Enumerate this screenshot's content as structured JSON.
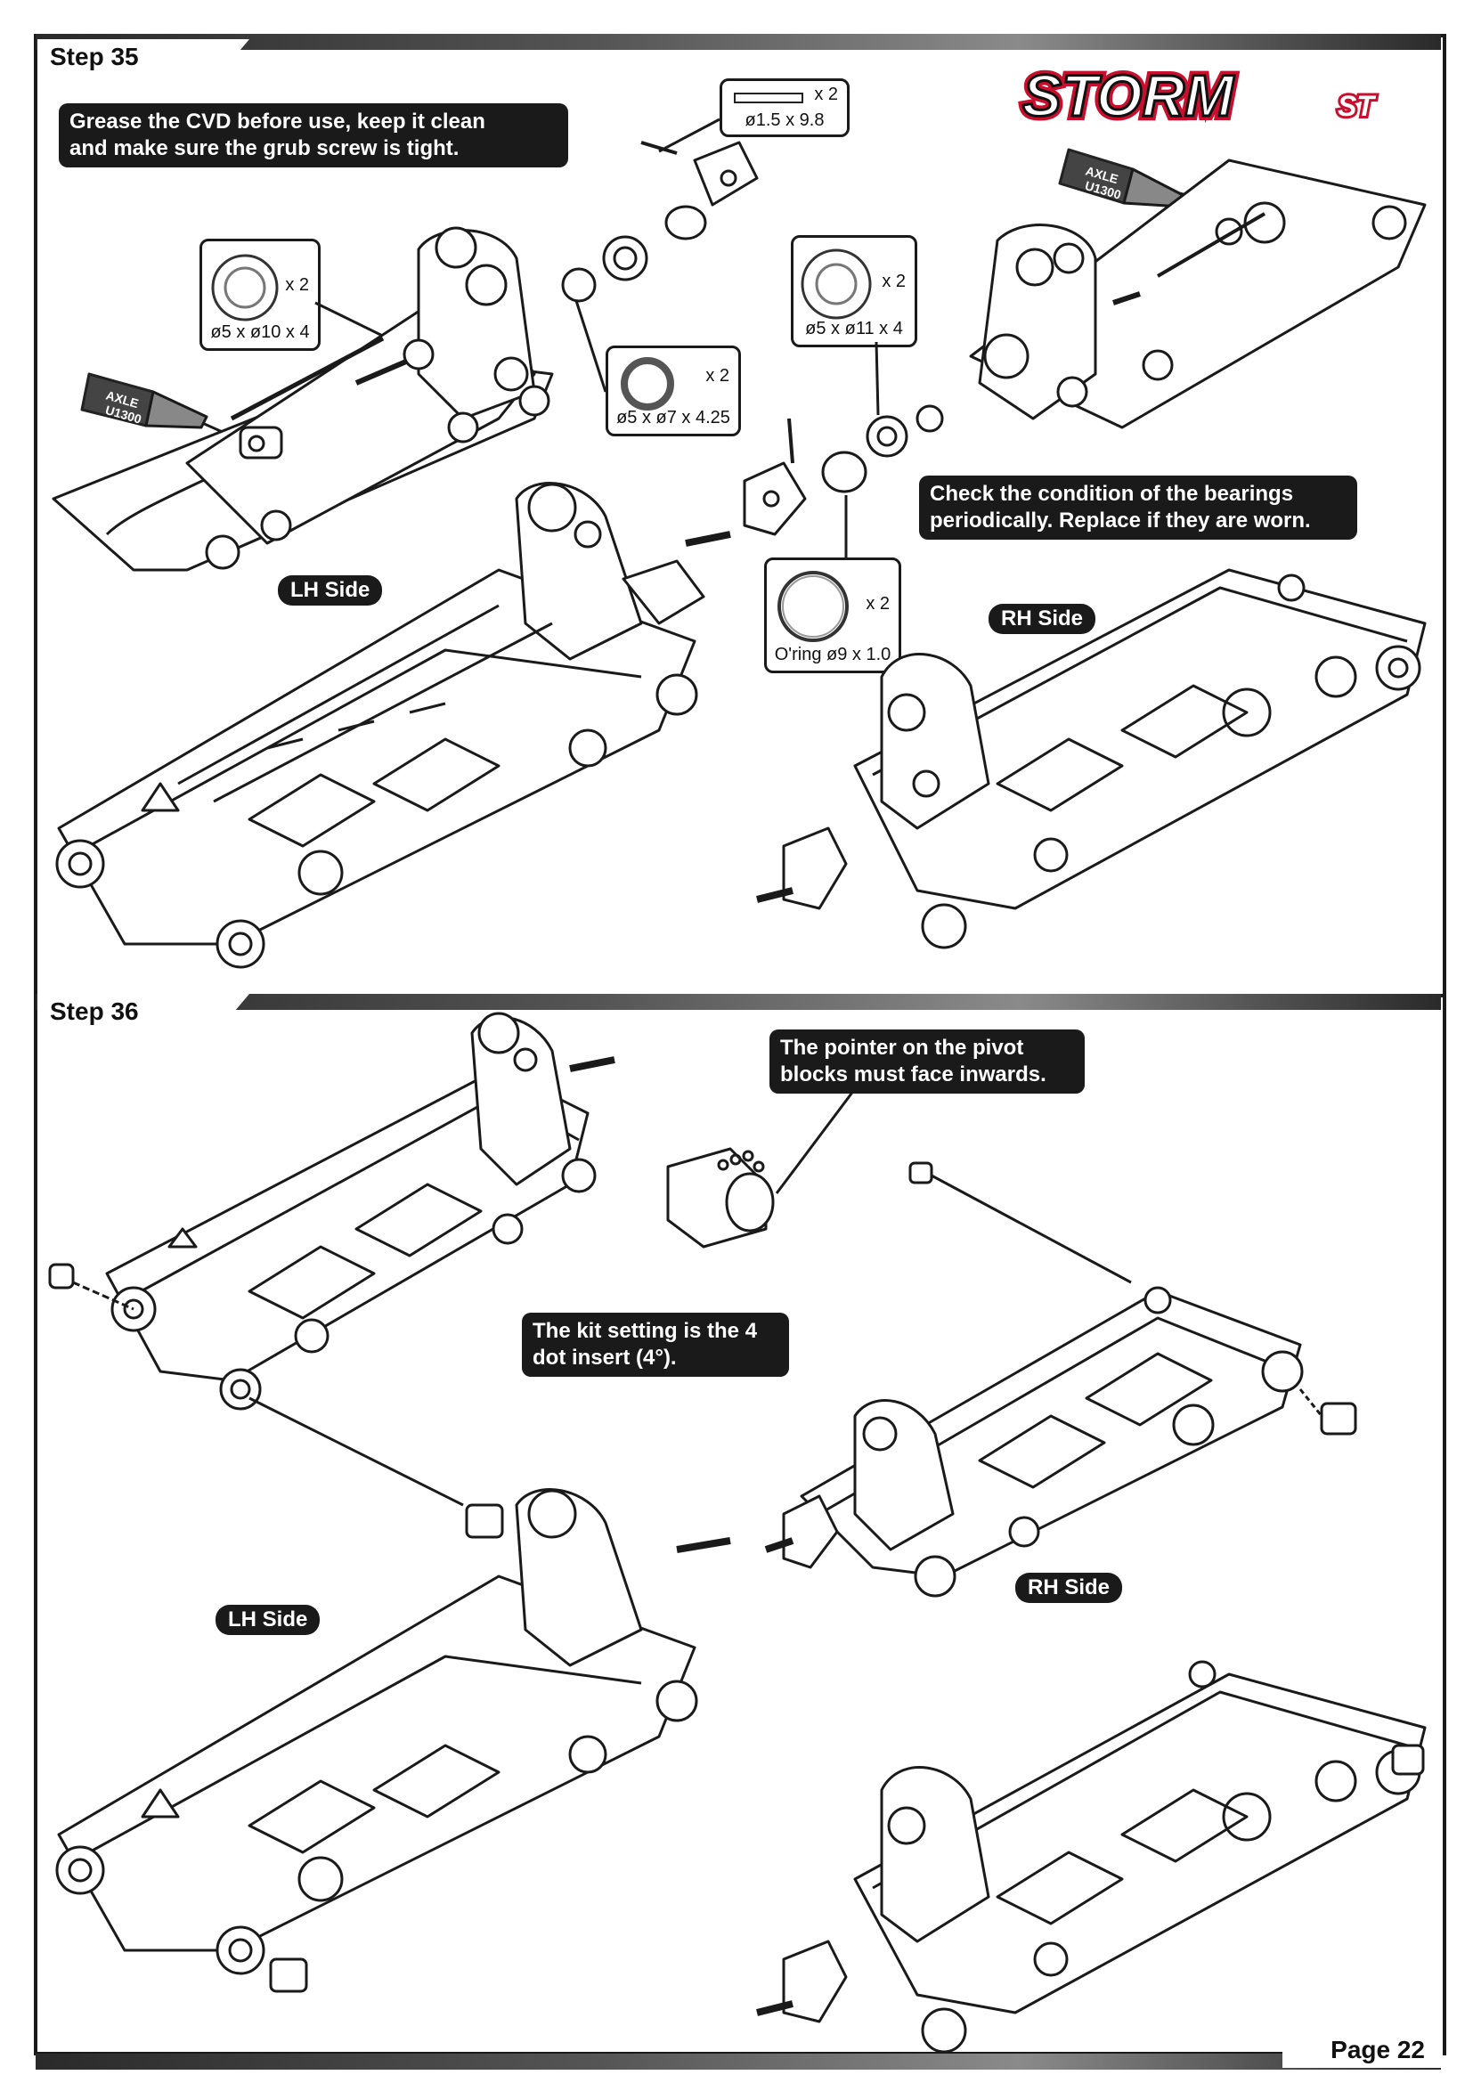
{
  "brand": {
    "logo_text": "STORMst"
  },
  "step35": {
    "label": "Step 35",
    "note_grease": "Grease the CVD before use, keep it clean\nand make sure the grub screw is tight.",
    "note_bearings": "Check the condition of the bearings\nperiodically. Replace if they are worn.",
    "lh_side": "LH Side",
    "rh_side": "RH Side",
    "tube_text": "AXLE\nU1300",
    "pin_callout": {
      "qty": "x 2",
      "dim": "ø1.5 x 9.8"
    },
    "bearing_lh_callout": {
      "qty": "x 2",
      "dim": "ø5 x ø10 x 4"
    },
    "spacer_callout": {
      "qty": "x 2",
      "dim": "ø5 x ø7 x 4.25"
    },
    "bearing_rh_callout": {
      "qty": "x 2",
      "dim": "ø5 x ø11 x 4"
    },
    "oring_callout": {
      "qty": "x 2",
      "dim": "O'ring ø9 x 1.0"
    }
  },
  "step36": {
    "label": "Step 36",
    "note_pointer": "The pointer on the pivot\nblocks must face inwards.",
    "note_kit": "The kit setting is the 4\ndot insert (4°).",
    "lh_side": "LH Side",
    "rh_side": "RH Side"
  },
  "page": {
    "number": "Page 22"
  }
}
